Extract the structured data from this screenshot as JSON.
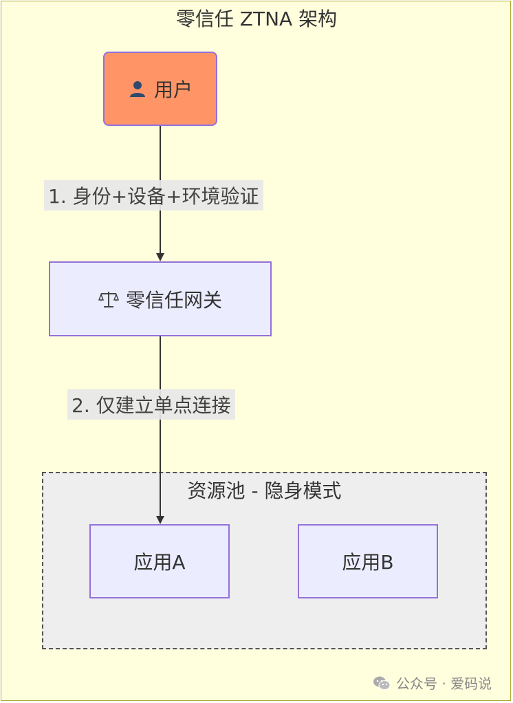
{
  "diagram": {
    "title": "零信任 ZTNA 架构",
    "nodes": {
      "user": {
        "label": "用户",
        "icon": "user-icon"
      },
      "gateway": {
        "label": "零信任网关",
        "icon": "scale-icon"
      },
      "app_a": {
        "label": "应用A"
      },
      "app_b": {
        "label": "应用B"
      }
    },
    "group": {
      "label": "资源池 - 隐身模式"
    },
    "edges": [
      {
        "from": "user",
        "to": "gateway",
        "label": "1. 身份+设备+环境验证"
      },
      {
        "from": "gateway",
        "to": "app_a",
        "label": "2. 仅建立单点连接"
      }
    ],
    "colors": {
      "background": "#ffffde",
      "user_fill": "#ff9566",
      "node_fill": "#ececff",
      "node_border": "#9370db",
      "pool_fill": "#eeeeee"
    }
  },
  "watermark": {
    "icon": "wechat-icon",
    "text": "公众号 · 爱码说"
  }
}
